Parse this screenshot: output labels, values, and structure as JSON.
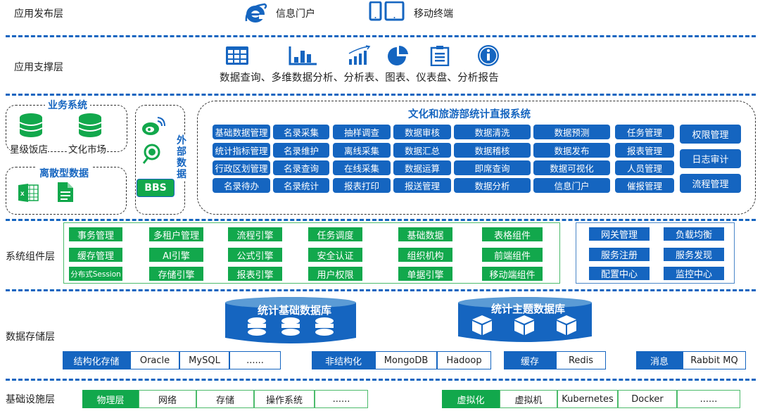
{
  "layers": {
    "publish": "应用发布层",
    "support": "应用支撑层",
    "component": "系统组件层",
    "storage": "数据存储层",
    "infra": "基础设施层"
  },
  "publish": {
    "items": [
      {
        "icon": "ie-browser-icon",
        "label": "信息门户"
      },
      {
        "icon": "mobile-tablet-icon",
        "label": "移动终端"
      }
    ]
  },
  "support": {
    "icons": [
      "table-grid-icon",
      "bar-chart-icon",
      "trend-chart-icon",
      "pie-chart-icon",
      "clipboard-icon",
      "info-icon"
    ],
    "caption": "数据查询、多维数据分析、分析表、图表、仪表盘、分析报告"
  },
  "sources": {
    "business_title": "业务系统",
    "business_items": [
      "星级饭店",
      "文化市场"
    ],
    "discrete_title": "离散型数据",
    "external_title": "外部数据",
    "bbs_label": "BBS"
  },
  "core": {
    "title": "文化和旅游部统计直报系统",
    "columns": [
      [
        "基础数据管理",
        "统计指标管理",
        "行政区划管理",
        "名录待办"
      ],
      [
        "名录采集",
        "名录维护",
        "名录查询",
        "名录统计"
      ],
      [
        "抽样调查",
        "离线采集",
        "在线采集",
        "报表打印"
      ],
      [
        "数据审核",
        "数据汇总",
        "数据运算",
        "报送管理"
      ],
      [
        "数据清洗",
        "数据稽核",
        "即席查询",
        "数据分析"
      ],
      [
        "数据预测",
        "数据发布",
        "数据可视化",
        "信息门户"
      ],
      [
        "任务管理",
        "报表管理",
        "人员管理",
        "催报管理"
      ]
    ],
    "right_column": [
      "权限管理",
      "日志审计",
      "流程管理"
    ]
  },
  "components": {
    "green": [
      [
        "事务管理",
        "多租户管理",
        "流程引擎",
        "任务调度",
        "基础数据",
        "表格组件"
      ],
      [
        "缓存管理",
        "AI引擎",
        "公式引擎",
        "安全认证",
        "组织机构",
        "前端组件"
      ],
      [
        "分布式Session",
        "存储引擎",
        "报表引擎",
        "用户权限",
        "单据引擎",
        "移动端组件"
      ]
    ],
    "blue": [
      [
        "网关管理",
        "负载均衡"
      ],
      [
        "服务注册",
        "服务发现"
      ],
      [
        "配置中心",
        "监控中心"
      ]
    ]
  },
  "storage": {
    "db1_title": "统计基础数据库",
    "db2_title": "统计主题数据库",
    "groups": [
      {
        "head": "结构化存储",
        "items": [
          "Oracle",
          "MySQL",
          "......"
        ]
      },
      {
        "head": "非结构化",
        "items": [
          "MongoDB",
          "Hadoop"
        ]
      },
      {
        "head": "缓存",
        "items": [
          "Redis"
        ]
      },
      {
        "head": "消息",
        "items": [
          "Rabbit MQ"
        ]
      }
    ]
  },
  "infra": {
    "groups": [
      {
        "head": "物理层",
        "items": [
          "网络",
          "存储",
          "操作系统",
          "......"
        ]
      },
      {
        "head": "虚拟化",
        "items": [
          "虚拟机",
          "Kubernetes",
          "Docker",
          "......"
        ]
      }
    ]
  },
  "colors": {
    "blue": "#1565c0",
    "green": "#12a84c"
  }
}
